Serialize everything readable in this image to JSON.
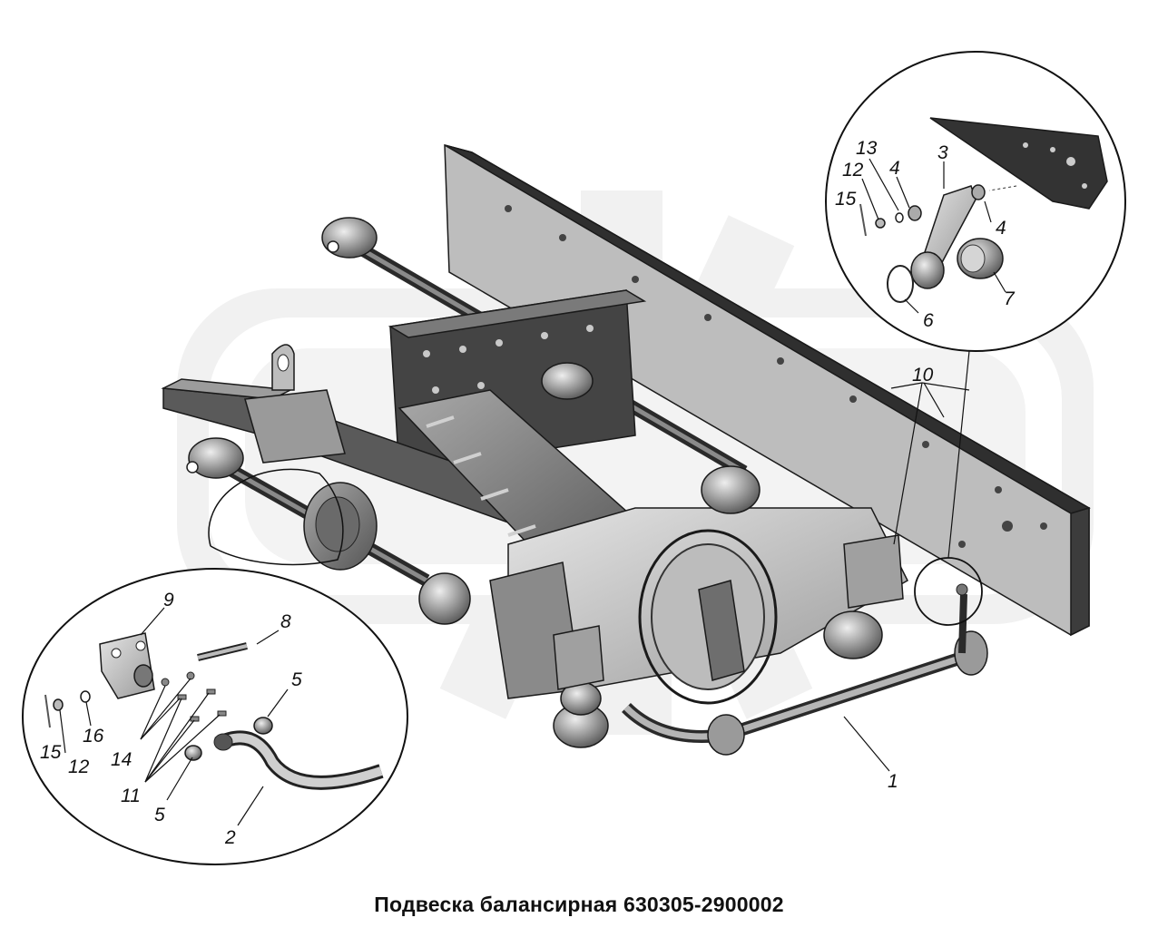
{
  "caption": "Подвеска балансирная 630305-2900002",
  "colors": {
    "background": "#ffffff",
    "watermark": "#e6e6e6",
    "metal_dark": "#3a3a3a",
    "metal_mid": "#8c8c8c",
    "metal_light": "#cfcfcf",
    "ink": "#111111"
  },
  "callouts": {
    "main": [
      "10",
      "1"
    ],
    "detail_top_right": [
      "13",
      "3",
      "12",
      "4",
      "15",
      "4",
      "7",
      "6"
    ],
    "detail_bottom_left": [
      "9",
      "8",
      "5",
      "14",
      "16",
      "15",
      "12",
      "11",
      "5",
      "2"
    ]
  }
}
